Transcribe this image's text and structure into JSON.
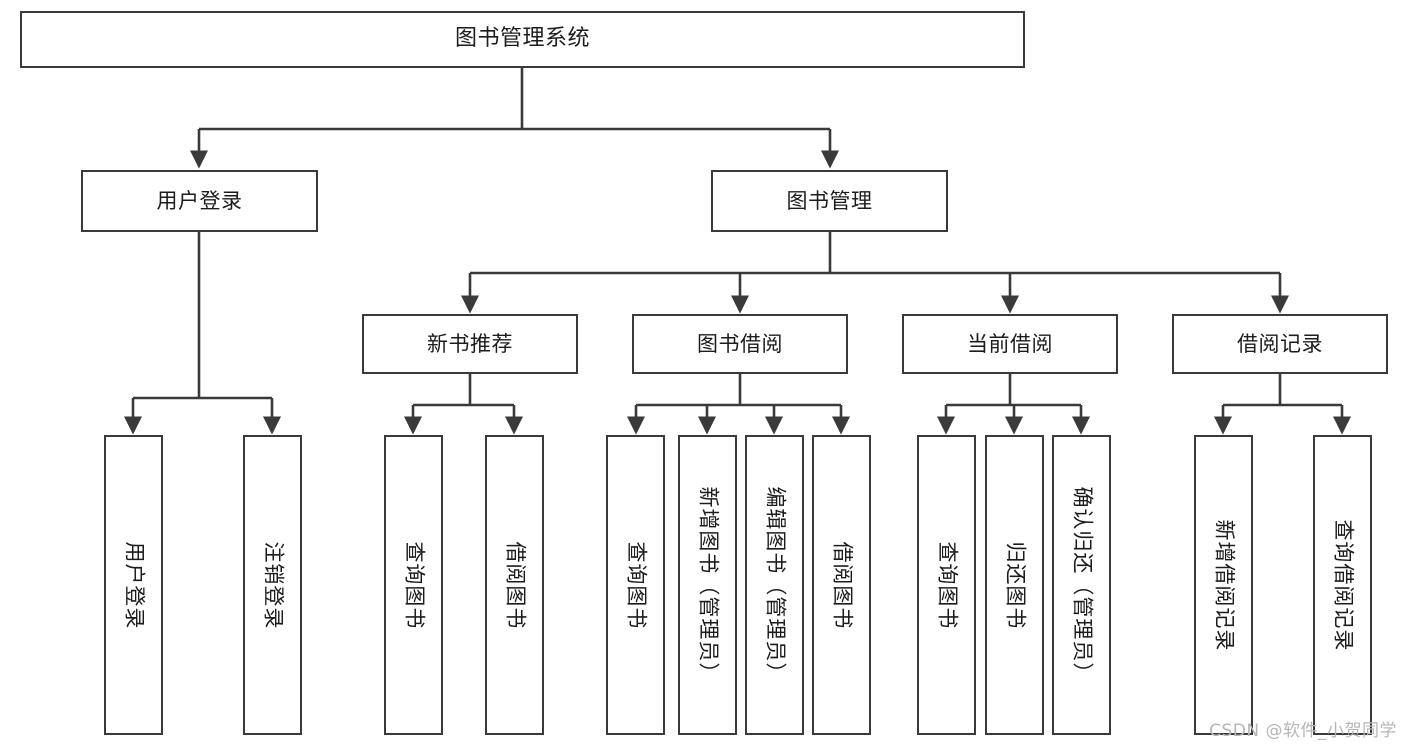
{
  "diagram": {
    "title": "图书管理系统",
    "type": "tree-hierarchy",
    "watermark": "CSDN @软件_小贺同学",
    "colors": {
      "border": "#3a3a3a",
      "fill": "#ffffff",
      "text": "#1c1c1c",
      "edge": "#3a3a3a",
      "watermark": "#b6b6b6"
    },
    "nodes": {
      "root": {
        "label": "图书管理系统"
      },
      "level2": [
        {
          "label": "用户登录"
        },
        {
          "label": "图书管理"
        }
      ],
      "level3": [
        {
          "label": "新书推荐"
        },
        {
          "label": "图书借阅"
        },
        {
          "label": "当前借阅"
        },
        {
          "label": "借阅记录"
        }
      ],
      "leaves_user_login": [
        {
          "label": "用户登录"
        },
        {
          "label": "注销登录"
        }
      ],
      "leaves_new_book": [
        {
          "label": "查询图书"
        },
        {
          "label": "借阅图书"
        }
      ],
      "leaves_book_borrow": [
        {
          "label": "查询图书"
        },
        {
          "label": "新增图书（管理员）"
        },
        {
          "label": "编辑图书（管理员）"
        },
        {
          "label": "借阅图书"
        }
      ],
      "leaves_current_borrow": [
        {
          "label": "查询图书"
        },
        {
          "label": "归还图书"
        },
        {
          "label": "确认归还（管理员）"
        }
      ],
      "leaves_borrow_record": [
        {
          "label": "新增借阅记录"
        },
        {
          "label": "查询借阅记录"
        }
      ]
    }
  }
}
